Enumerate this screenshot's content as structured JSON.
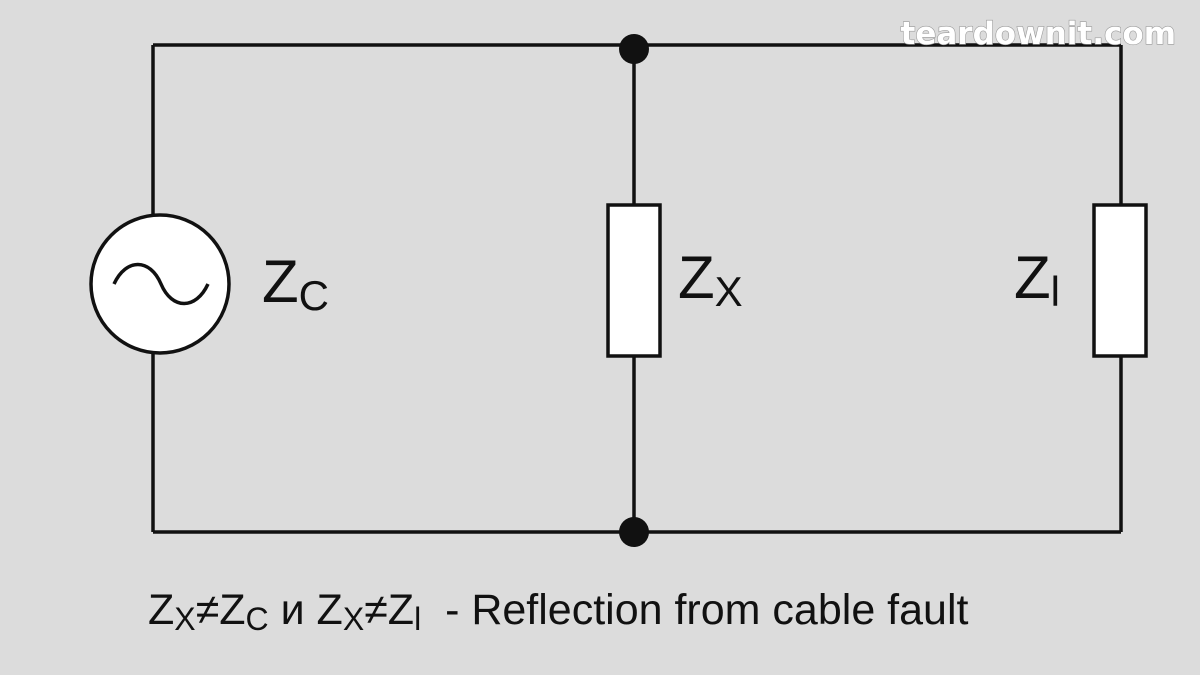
{
  "watermark": "teardownit.com",
  "labels": {
    "source": {
      "main": "Z",
      "sub": "C"
    },
    "fault": {
      "main": "Z",
      "sub": "X"
    },
    "load": {
      "main": "Z",
      "sub": "l"
    }
  },
  "caption": {
    "z1": "Z",
    "x1": "X",
    "neq1": "≠",
    "z2": "Z",
    "c": "C",
    "conj": " и ",
    "z3": "Z",
    "x2": "X",
    "neq2": "≠",
    "z4": "Z",
    "l": "l",
    "rest": "  - Reflection from cable fault"
  },
  "colors": {
    "background": "#dcdcdc",
    "wire": "#111111",
    "component_fill": "#ffffff"
  },
  "icons": [
    "ac-source-icon",
    "resistor-icon",
    "junction-dot-icon"
  ]
}
